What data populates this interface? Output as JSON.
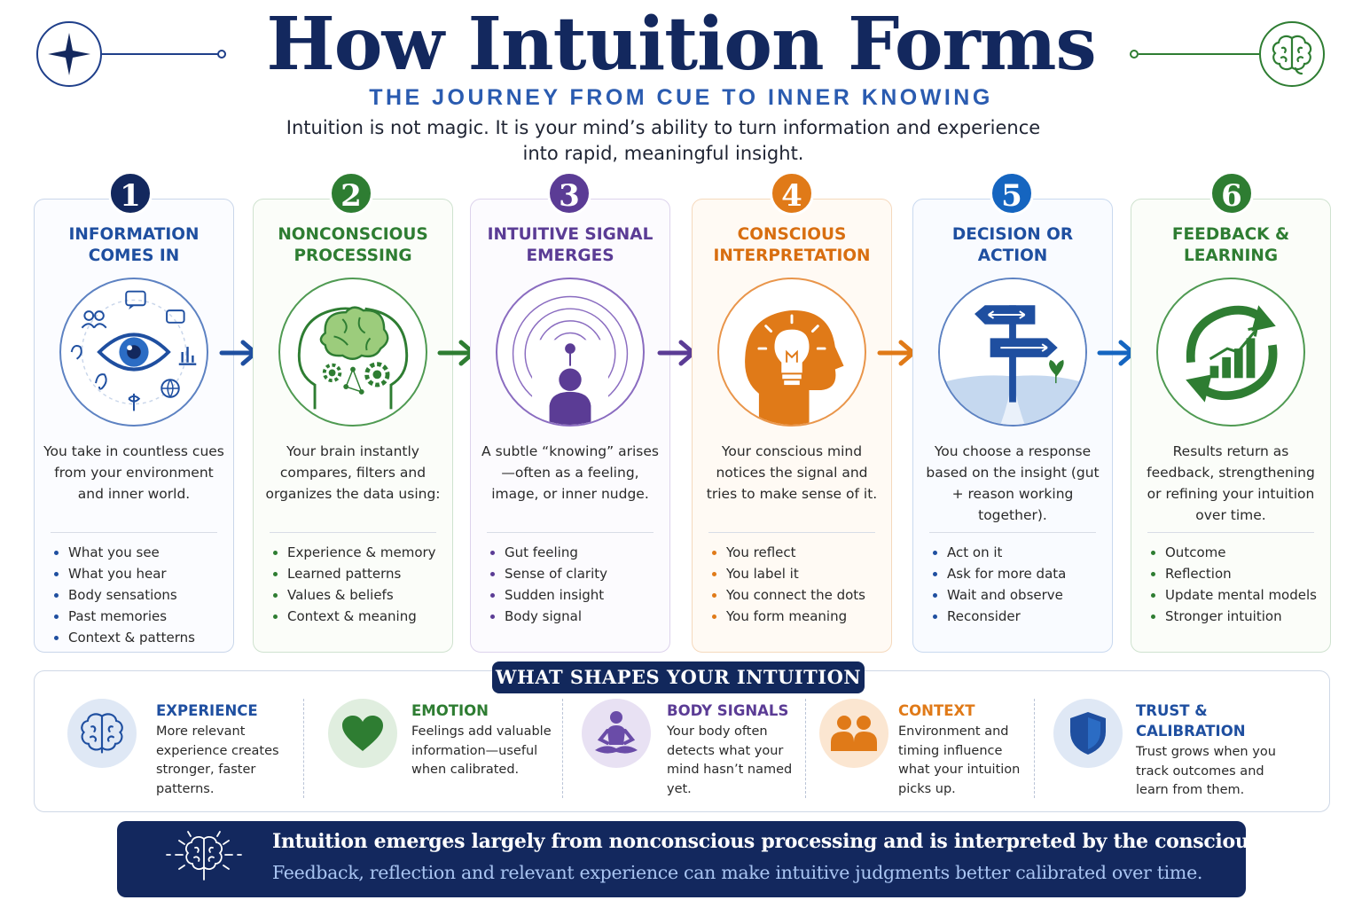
{
  "header": {
    "title": "How Intuition Forms",
    "subtitle": "THE JOURNEY FROM CUE TO INNER KNOWING",
    "intro": "Intuition is not magic. It is your mind’s ability to turn information and experience into rapid, meaningful insight.",
    "left_icon": "four-point-star-icon",
    "right_icon": "brain-icon"
  },
  "colors": {
    "navy": "#13285e",
    "blue": "#1f4fa0",
    "green": "#2e7d32",
    "purple": "#5b3c95",
    "orange": "#e07a18",
    "teal_blue": "#1565c0",
    "feedback_green": "#2e7d32"
  },
  "steps": [
    {
      "number": "1",
      "title": "INFORMATION\nCOMES IN",
      "icon": "eye-icon",
      "description": "You take in countless cues from your environment and inner world.",
      "items": [
        "What you see",
        "What you hear",
        "Body sensations",
        "Past memories",
        "Context & patterns"
      ]
    },
    {
      "number": "2",
      "title": "NONCONSCIOUS\nPROCESSING",
      "icon": "head-brain-gears-icon",
      "description": "Your brain instantly compares, filters and organizes the data using:",
      "items": [
        "Experience & memory",
        "Learned patterns",
        "Values & beliefs",
        "Context & meaning"
      ]
    },
    {
      "number": "3",
      "title": "INTUITIVE SIGNAL\nEMERGES",
      "icon": "person-signal-icon",
      "description": "A subtle “knowing” arises—often as a feeling, image, or inner nudge.",
      "items": [
        "Gut feeling",
        "Sense of clarity",
        "Sudden insight",
        "Body signal"
      ]
    },
    {
      "number": "4",
      "title": "CONSCIOUS\nINTERPRETATION",
      "icon": "head-lightbulb-icon",
      "description": "Your conscious mind notices the signal and tries to make sense of it.",
      "items": [
        "You reflect",
        "You label it",
        "You connect the dots",
        "You form meaning"
      ]
    },
    {
      "number": "5",
      "title": "DECISION OR\nACTION",
      "icon": "signpost-icon",
      "description": "You choose a response based on the insight (gut + reason working together).",
      "items": [
        "Act on it",
        "Ask for more data",
        "Wait and observe",
        "Reconsider"
      ]
    },
    {
      "number": "6",
      "title": "FEEDBACK &\nLEARNING",
      "icon": "cycle-growth-icon",
      "description": "Results return as feedback, strengthening or refining your intuition over time.",
      "items": [
        "Outcome",
        "Reflection",
        "Update mental models",
        "Stronger intuition"
      ]
    }
  ],
  "shapes": {
    "title": "WHAT SHAPES YOUR INTUITION",
    "items": [
      {
        "title": "EXPERIENCE",
        "icon": "brain-icon",
        "description": "More relevant experience creates stronger, faster patterns."
      },
      {
        "title": "EMOTION",
        "icon": "heart-icon",
        "description": "Feelings add valuable information—useful when calibrated."
      },
      {
        "title": "BODY SIGNALS",
        "icon": "meditation-icon",
        "description": "Your body often detects what your mind hasn’t named yet."
      },
      {
        "title": "CONTEXT",
        "icon": "people-icon",
        "description": "Environment and timing influence what your intuition picks up."
      },
      {
        "title": "TRUST &\nCALIBRATION",
        "icon": "shield-icon",
        "description": "Trust grows when you track outcomes and learn from them."
      }
    ]
  },
  "footer": {
    "icon": "brain-radiating-icon",
    "main": "Intuition emerges largely from nonconscious processing and is interpreted by the conscious mind.",
    "sub": "Feedback, reflection and relevant experience can make intuitive judgments better calibrated over time."
  }
}
